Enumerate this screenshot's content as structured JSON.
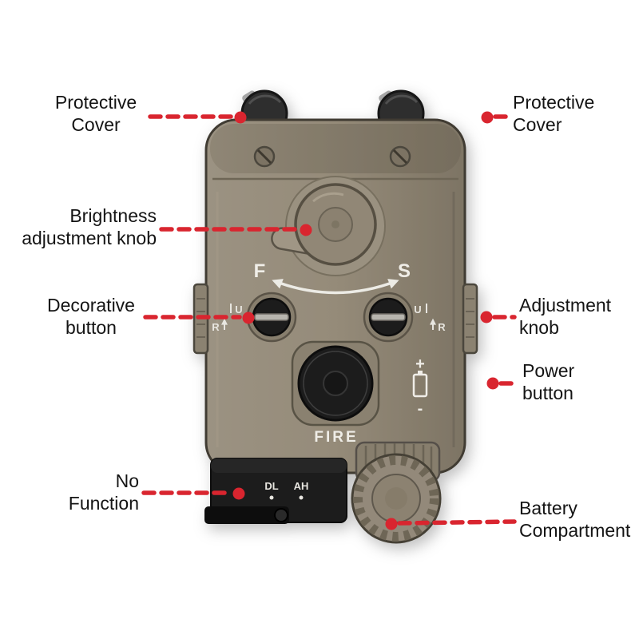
{
  "page": {
    "background": "#ffffff"
  },
  "colors": {
    "callout_red": "#d9252f",
    "label_text": "#141414",
    "device_tan": "#958b79",
    "device_dark": "#1f1f1f",
    "marking_white": "#efede7"
  },
  "labels": [
    {
      "id": "protective-cover-left",
      "text": "Protective Cover"
    },
    {
      "id": "protective-cover-right",
      "text": "Protective Cover"
    },
    {
      "id": "brightness-adjustment-knob",
      "text": "Brightness adjustment knob"
    },
    {
      "id": "decorative-button",
      "text": "Decorative button"
    },
    {
      "id": "adjustment-knob",
      "text": "Adjustment knob"
    },
    {
      "id": "power-button",
      "text": "Power button"
    },
    {
      "id": "no-function",
      "text": "No Function"
    },
    {
      "id": "battery-compartment",
      "text": "Battery Compartment"
    }
  ],
  "device_markings": {
    "f": "F",
    "s": "S",
    "fire": "FIRE",
    "dl": "DL",
    "ah": "AH",
    "u_left": "U",
    "r_left": "R",
    "u_right": "U",
    "r_right": "R",
    "plus": "+",
    "minus": "-"
  }
}
